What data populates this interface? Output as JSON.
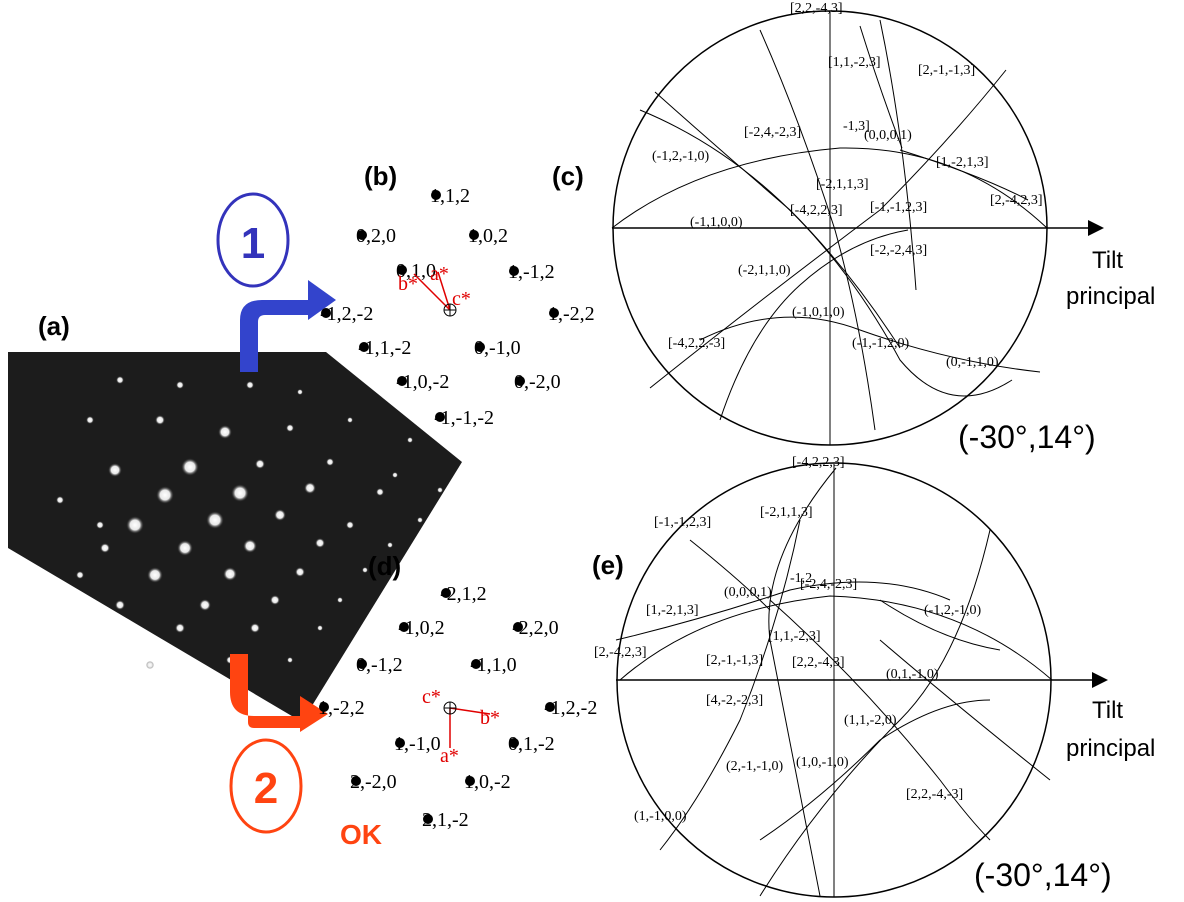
{
  "panels": {
    "a": "(a)",
    "b": "(b)",
    "c": "(c)",
    "d": "(d)",
    "e": "(e)"
  },
  "steps": {
    "one": "1",
    "two": "2",
    "ok": "OK",
    "one_color": "#3333bb",
    "two_color": "#ff4411"
  },
  "pattern_b": {
    "reflections": [
      "1,1,2",
      "0,2,0",
      "1,0,2",
      "0,1,0",
      "1,-1,2",
      "-1,2,-2",
      "1,-2,2",
      "-1,1,-2",
      "0,-1,0",
      "-1,0,-2",
      "0,-2,0",
      "-1,-1,-2"
    ],
    "vectors": [
      "b*",
      "a*",
      "c*"
    ]
  },
  "pattern_d": {
    "reflections": [
      "-2,1,2",
      "-1,0,2",
      "-2,2,0",
      "0,-1,2",
      "-1,1,0",
      "1,-2,2",
      "-1,2,-2",
      "1,-1,0",
      "0,1,-2",
      "2,-2,0",
      "1,0,-2",
      "2,1,-2"
    ],
    "vectors": [
      "c*",
      "b*",
      "a*"
    ]
  },
  "stereo_c": {
    "poles": [
      "[2,2,-4,3]",
      "[1,1,-2,3]",
      "[2,-1,-1,3]",
      "[-2,4,-2,3]",
      "-1,3]",
      "(0,0,0,1)",
      "(-1,2,-1,0)",
      "[1,-2,1,3]",
      "[-2,1,1,3]",
      "[2,-4,2,3]",
      "[-4,2,2,3]",
      "[-1,-1,2,3]",
      "(-1,1,0,0)",
      "[-2,-2,4,3]",
      "(-2,1,1,0)",
      "(-1,0,1,0)",
      "[-4,2,2,-3]",
      "(-1,-1,2,0)",
      "(0,-1,1,0)"
    ],
    "tilt_label_1": "Tilt",
    "tilt_label_2": "principal",
    "angle": "(-30°,14°)"
  },
  "stereo_e": {
    "poles": [
      "[-4,2,2,3]",
      "[-2,1,1,3]",
      "[-1,-1,2,3]",
      "-1,2",
      "[-2,4,-2,3]",
      "(0,0,0,1)",
      "(-1,2,-1,0)",
      "[1,-2,1,3]",
      "[1,1,-2,3]",
      "[2,-4,2,3]",
      "[2,-1,-1,3]",
      "[2,2,-4,3]",
      "(0,1,-1,0)",
      "[4,-2,-2,3]",
      "(1,1,-2,0)",
      "(1,0,-1,0)",
      "(2,-1,-1,0)",
      "[2,2,-4,-3]",
      "(1,-1,0,0)"
    ],
    "tilt_label_1": "Tilt",
    "tilt_label_2": "principal",
    "angle": "(-30°,14°)"
  }
}
